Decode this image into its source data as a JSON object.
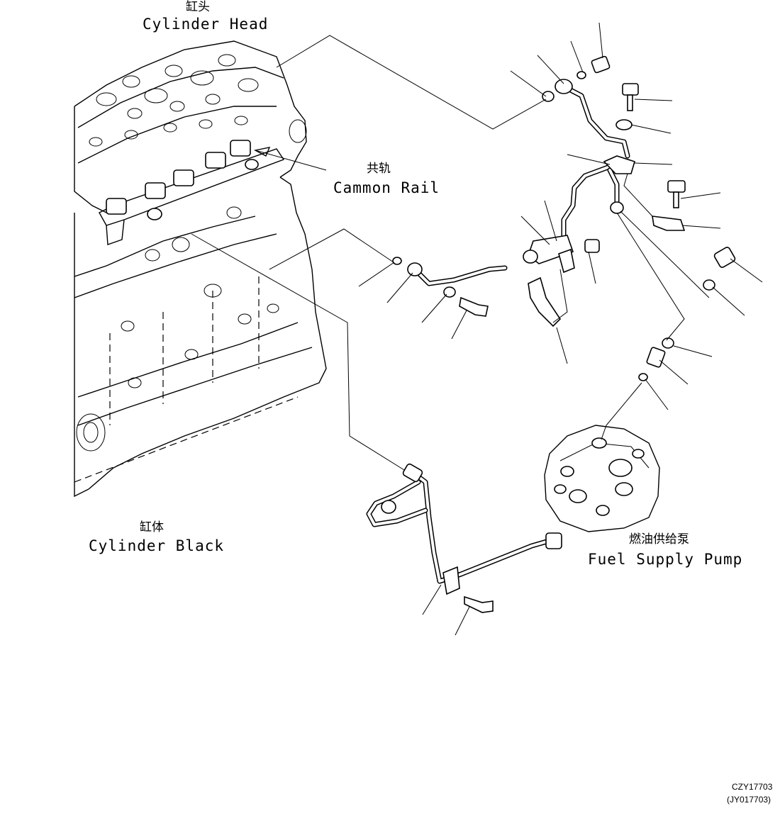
{
  "labels": {
    "cylinder_head": {
      "zh": "缸头",
      "en": "Cylinder Head"
    },
    "common_rail": {
      "zh": "共轨",
      "en": "Cammon Rail"
    },
    "cylinder_block": {
      "zh": "缸体",
      "en": "Cylinder Black"
    },
    "fuel_supply_pump": {
      "zh": "燃油供给泵",
      "en": "Fuel Supply Pump"
    }
  },
  "drawing_codes": [
    "CZY17703",
    "(JY017703)"
  ]
}
